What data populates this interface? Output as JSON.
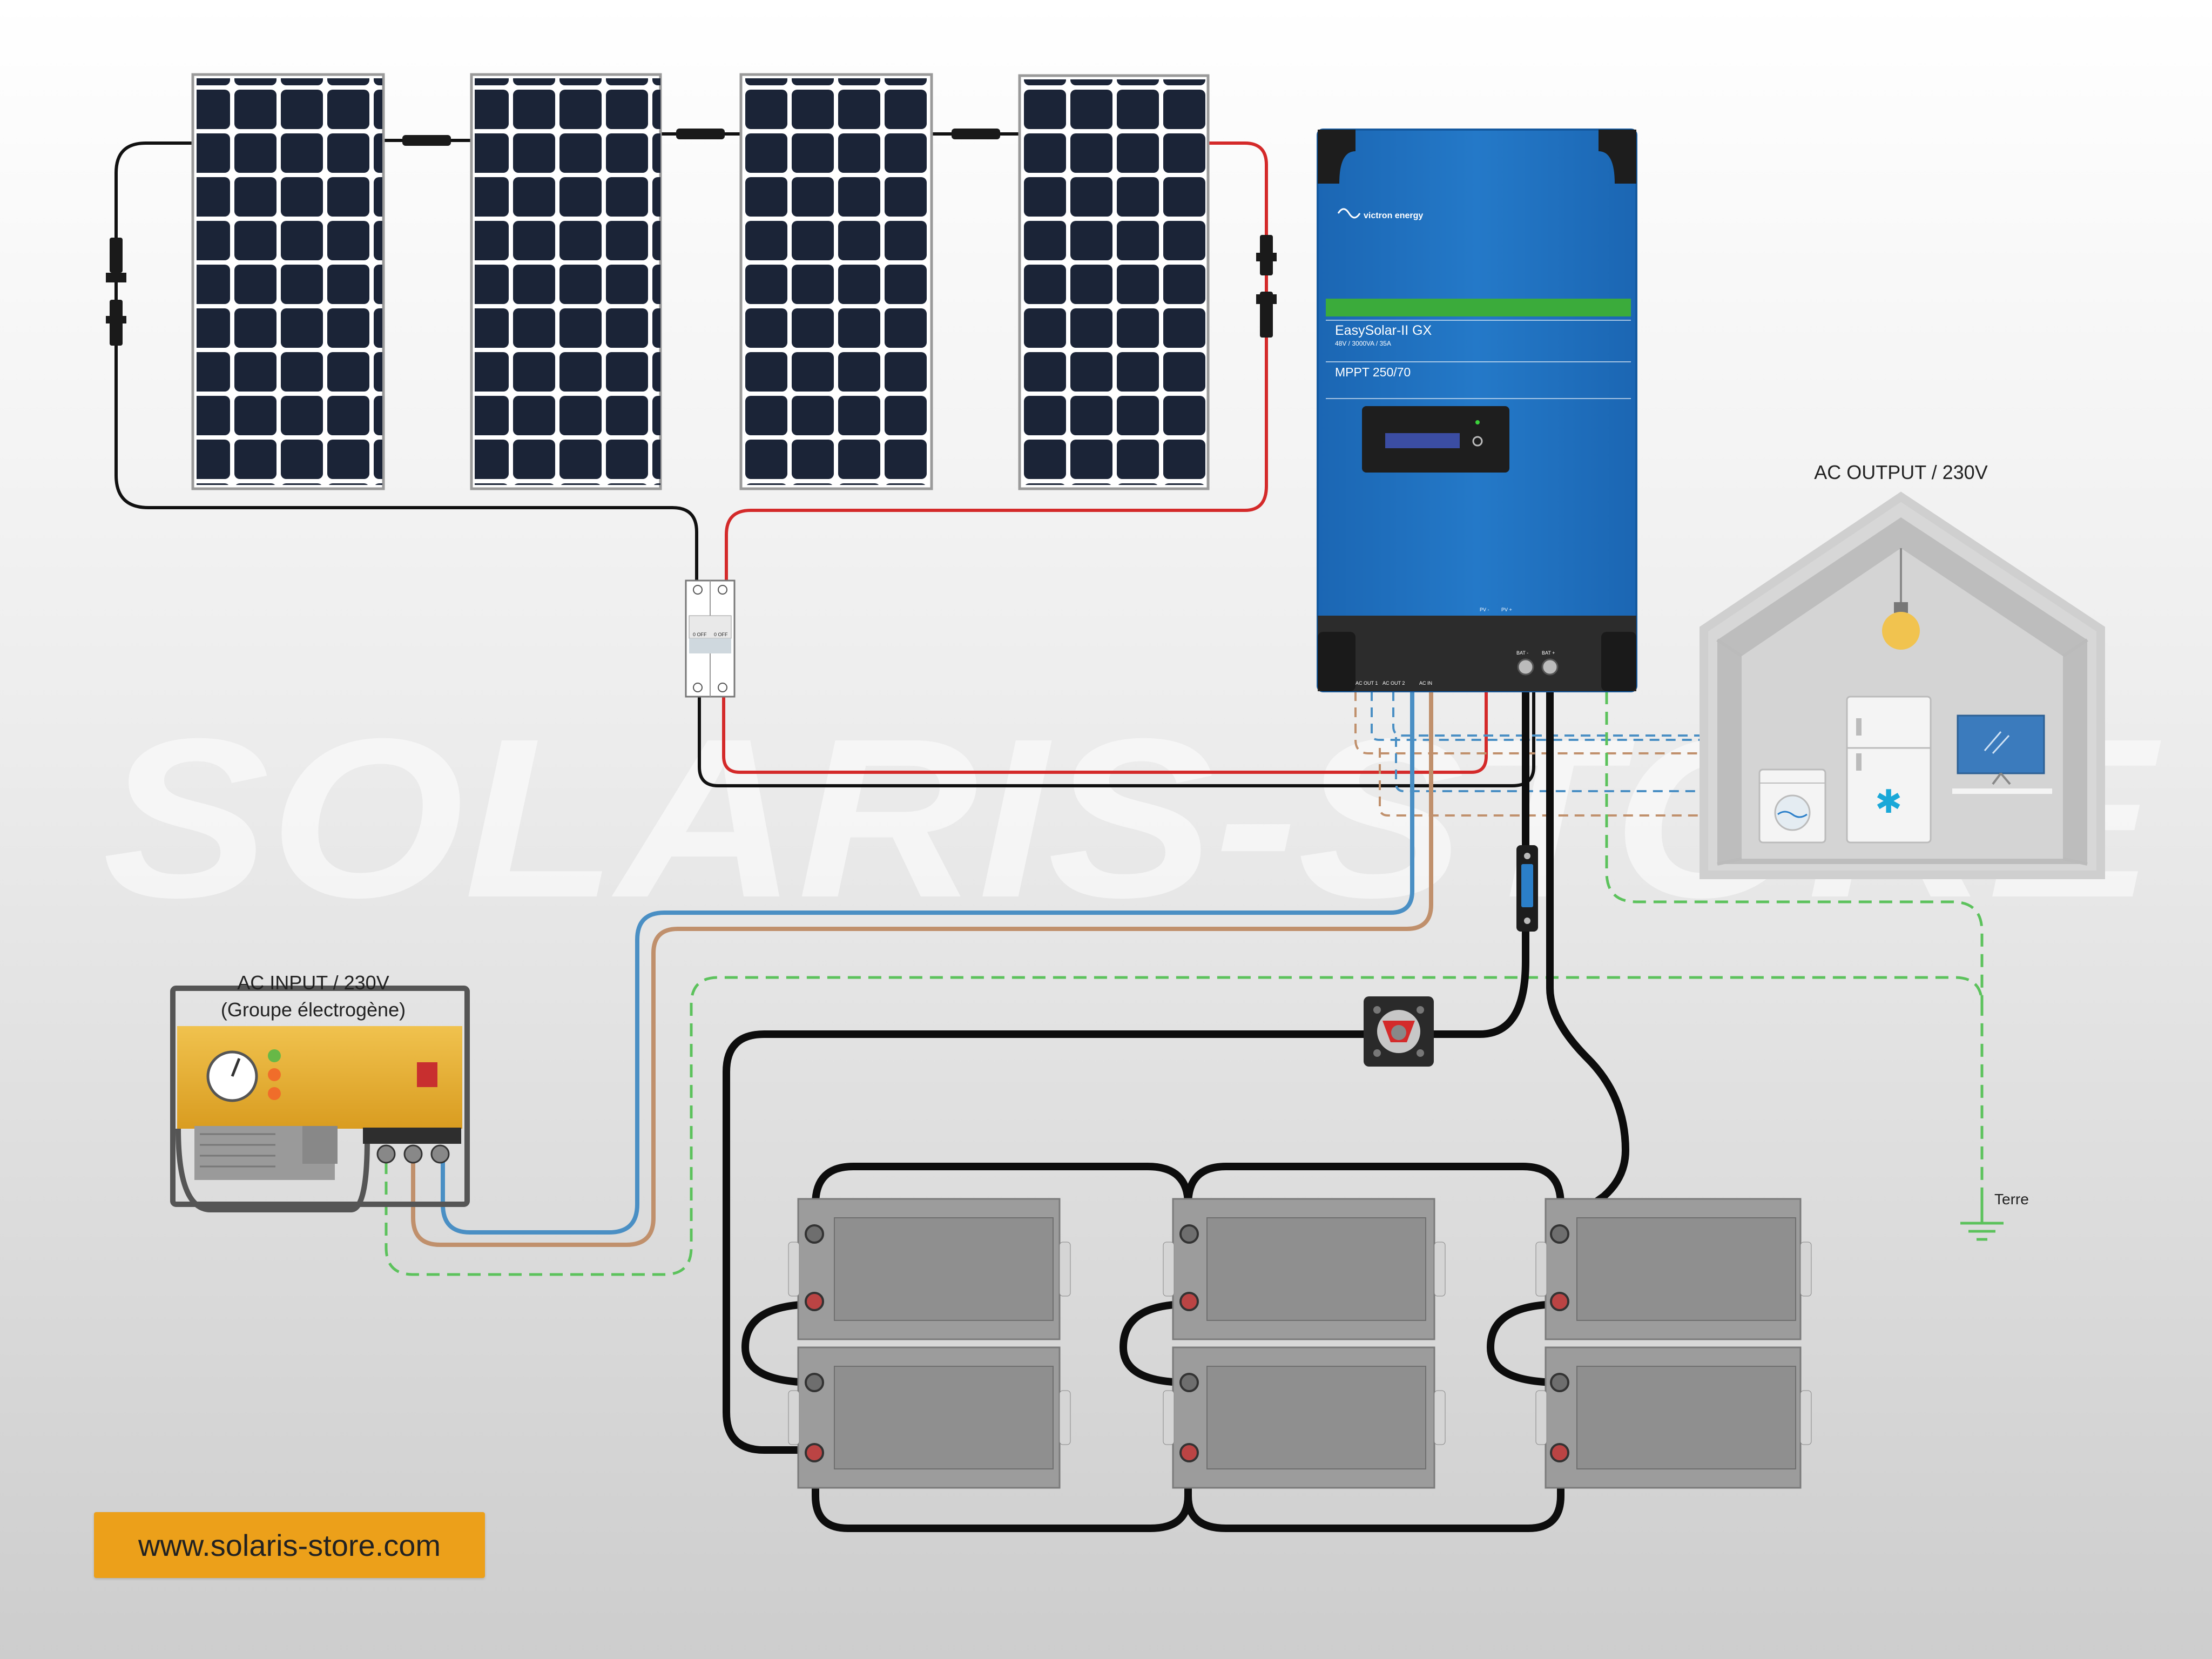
{
  "watermark": "SOLARIS-STORE",
  "inverter": {
    "brand": "victron energy",
    "model": "EasySolar-II GX",
    "spec": "48V / 3000VA / 35A",
    "mppt": "MPPT 250/70",
    "terminals": {
      "ac_out_1": "AC OUT 1",
      "ac_out_2": "AC OUT 2",
      "ac_in": "AC IN",
      "pv_minus": "PV -",
      "pv_plus": "PV +",
      "bat_minus": "BAT -",
      "bat_plus": "BAT +"
    }
  },
  "breaker": {
    "label_off_1": "0 OFF",
    "label_off_2": "0 OFF"
  },
  "ac_output": {
    "label": "AC OUTPUT / 230V"
  },
  "ac_input": {
    "label": "AC INPUT / 230V",
    "sublabel": "(Groupe électrogène)"
  },
  "earth": {
    "label": "Terre"
  },
  "website": {
    "label": "www.solaris-store.com"
  },
  "colors": {
    "inverter_blue": "#1e6fbf",
    "status_green": "#3bab3b",
    "wire_red": "#d42a2a",
    "wire_blue": "#4a8fc4",
    "wire_brown": "#c0906c",
    "wire_earth": "#5cc25c",
    "brand_orange": "#eca01a"
  }
}
